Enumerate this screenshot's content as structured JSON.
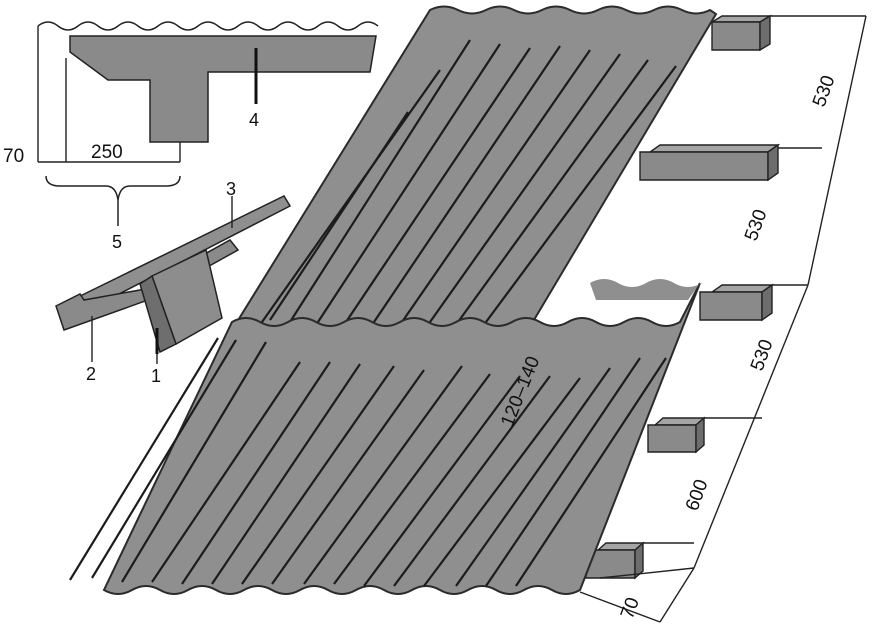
{
  "colors": {
    "sheet_fill": "#8f8f8f",
    "sheet_shadow": "#7a7a7a",
    "sheet_stroke": "#2b2b2b",
    "groove": "#1c1c1c",
    "batten_top": "#9b9b9b",
    "batten_side": "#6d6d6d",
    "line": "#222222",
    "background": "#ffffff"
  },
  "callouts": {
    "part_1": "1",
    "part_2": "2",
    "part_3": "3",
    "part_4": "4",
    "part_5": "5"
  },
  "dimensions": {
    "detail_height": "70",
    "detail_width": "250",
    "batten_spacing_1": "530",
    "batten_spacing_2": "530",
    "batten_spacing_3": "530",
    "batten_spacing_4": "600",
    "eave_overhang": "70",
    "sheet_overlap": "120–140"
  }
}
